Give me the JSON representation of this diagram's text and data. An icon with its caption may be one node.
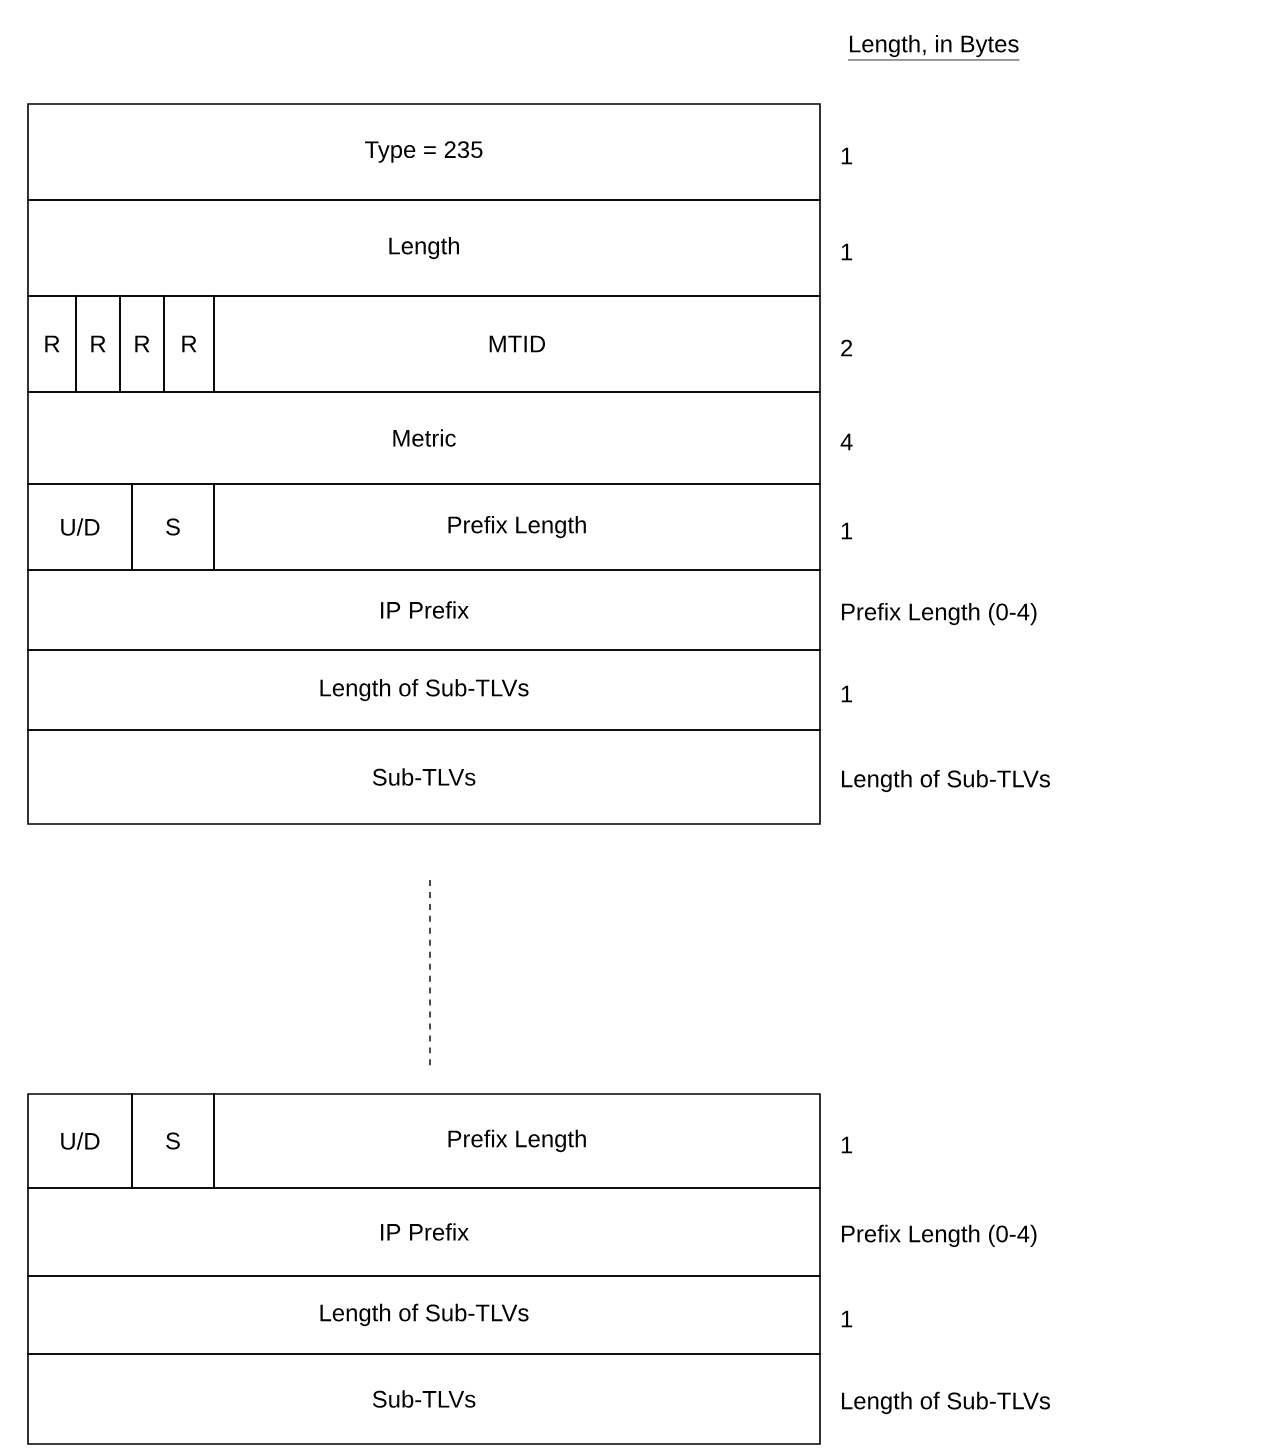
{
  "diagram": {
    "nodes": [
      {
        "text": [
          "Type = 235"
        ],
        "beside": [
          "1"
        ]
      },
      {
        "text": [
          "Length"
        ],
        "beside": [
          "1"
        ]
      },
      {
        "text": [
          "R"
        ]
      },
      {
        "text": [
          "R"
        ]
      },
      {
        "text": [
          "R"
        ]
      },
      {
        "text": [
          "R"
        ]
      },
      {
        "text": [
          "MTID"
        ],
        "beside": [
          "2"
        ]
      },
      {
        "text": [
          "Metric"
        ],
        "beside": [
          "4"
        ]
      },
      {
        "text": [
          "U/D"
        ]
      },
      {
        "text": [
          "S"
        ]
      },
      {
        "text": [
          "Prefix Length"
        ],
        "beside": [
          "1"
        ]
      },
      {
        "text": [
          "IP Prefix"
        ],
        "beside": [
          "Prefix Length (0-4)"
        ]
      },
      {
        "text": [
          "Length of Sub-TLVs"
        ],
        "beside": [
          "1"
        ]
      },
      {
        "text": [
          "Sub-TLVs"
        ],
        "beside": [
          "Length of Sub-TLVs"
        ]
      },
      {
        "text": [
          "U/D"
        ]
      },
      {
        "text": [
          "S"
        ]
      },
      {
        "text": [
          "Prefix Length"
        ],
        "beside": [
          "1"
        ]
      },
      {
        "text": [
          "IP Prefix"
        ],
        "beside": [
          "Prefix Length (0-4)"
        ]
      },
      {
        "text": [
          "Length of Sub-TLVs"
        ],
        "beside": [
          "1"
        ]
      },
      {
        "text": [
          "Sub-TLVs"
        ],
        "beside": [
          "Length of Sub-TLVs"
        ]
      }
    ],
    "labels": [
      "Length, in Bytes"
    ]
  }
}
